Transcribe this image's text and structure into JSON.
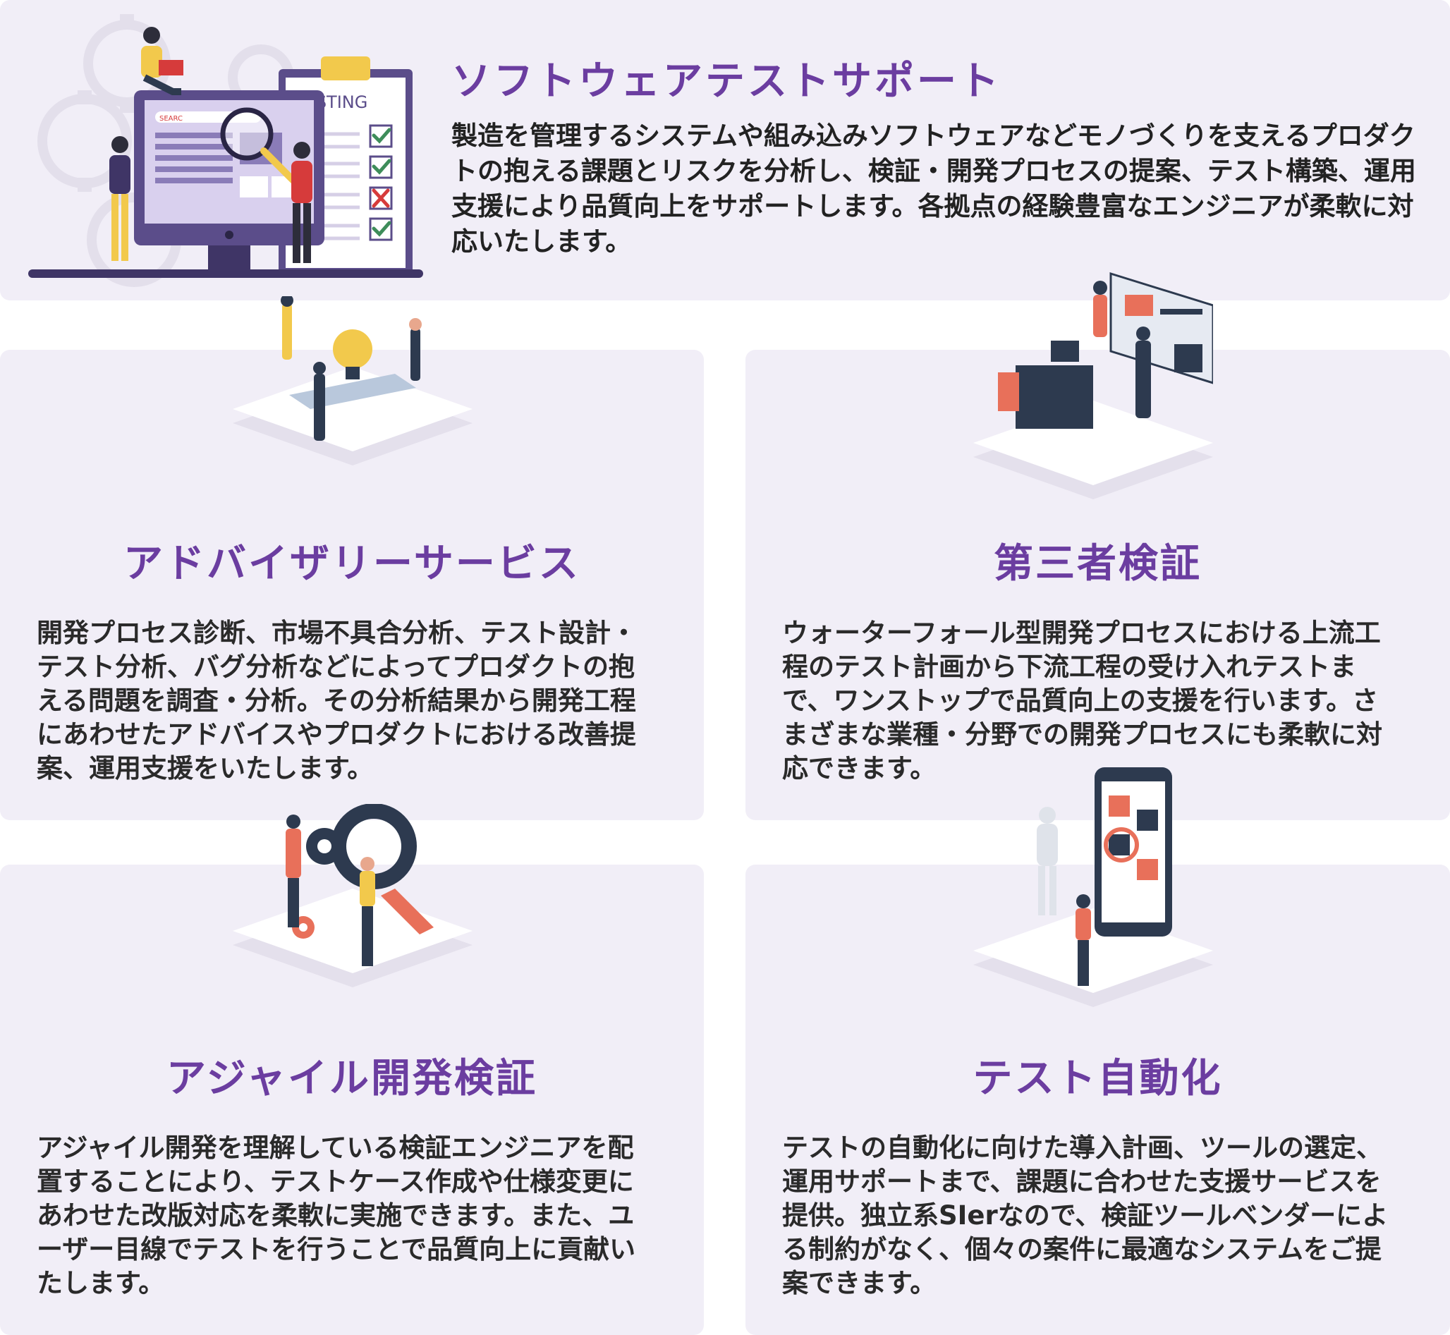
{
  "hero": {
    "title": "ソフトウェアテストサポート",
    "description": "製造を管理するシステムや組み込みソフトウェアなどモノづくりを支えるプロダクトの抱える課題とリスクを分析し、検証・開発プロセスの提案、テスト構築、運用支援により品質向上をサポートします。各拠点の経験豊富なエンジニアが柔軟に対応いたします。",
    "illustration": {
      "board_label": "TESTING",
      "search_label": "SEARC",
      "checklist_marks": [
        "check",
        "check",
        "cross",
        "check"
      ]
    }
  },
  "cards": [
    {
      "title": "アドバイザリーサービス",
      "description": "開発プロセス診断、市場不具合分析、テスト設計・テスト分析、バグ分析などによってプロダクトの抱える問題を調査・分析。その分析結果から開発工程にあわせたアドバイスやプロダクトにおける改善提案、運用支援をいたします。",
      "icon": "lightbulb-meeting-icon"
    },
    {
      "title": "第三者検証",
      "description": "ウォーターフォール型開発プロセスにおける上流工程のテスト計画から下流工程の受け入れテストまで、ワンストップで品質向上の支援を行います。さまざまな業種・分野での開発プロセスにも柔軟に対応できます。",
      "icon": "office-dashboard-icon"
    },
    {
      "title": "アジャイル開発検証",
      "description": "アジャイル開発を理解している検証エンジニアを配置することにより、テストケース作成や仕様変更にあわせた改版対応を柔軟に実施できます。また、ユーザー目線でテストを行うことで品質向上に貢献いたします。",
      "icon": "magnifier-gear-icon"
    },
    {
      "title": "テスト自動化",
      "description": "テストの自動化に向けた導入計画、ツールの選定、運用サポートまで、課題に合わせた支援サービスを提供。独立系SIerなので、検証ツールベンダーによる制約がなく、個々の案件に最適なシステムをご提案できます。",
      "icon": "robot-smartphone-icon"
    }
  ],
  "colors": {
    "accent": "#6b3da0",
    "panel": "#f1eef7",
    "text": "#222222",
    "navy": "#2d3a4f",
    "coral": "#e8705a",
    "yellow": "#f2c94c"
  }
}
